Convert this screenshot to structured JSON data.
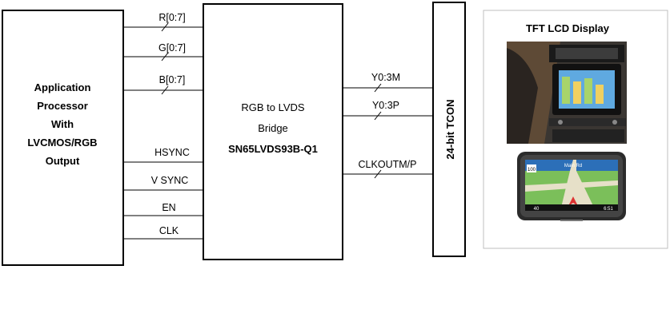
{
  "blocks": {
    "processor": {
      "lines": [
        "Application",
        "Processor",
        "With",
        "LVCMOS/RGB",
        "Output"
      ]
    },
    "bridge": {
      "line1": "RGB to LVDS",
      "line2": "Bridge",
      "part": "SN65LVDS93B-Q1"
    },
    "tcon": {
      "label": "24-bit TCON"
    },
    "display": {
      "title": "TFT LCD Display"
    }
  },
  "signals_in": [
    "R[0:7]",
    "G[0:7]",
    "B[0:7]",
    "HSYNC",
    "V SYNC",
    "EN",
    "CLK"
  ],
  "signals_out": [
    "Y0:3M",
    "Y0:3P",
    "CLKOUTM/P"
  ],
  "gps_screen": {
    "speed": "100",
    "street": "Main Rd",
    "left_value": "40",
    "right_value": "6:51"
  },
  "colors": {
    "line": "#000000",
    "panel_border": "#bfbfbf"
  },
  "icons": [
    "car-dashboard-photo",
    "gps-navigator-photo"
  ]
}
